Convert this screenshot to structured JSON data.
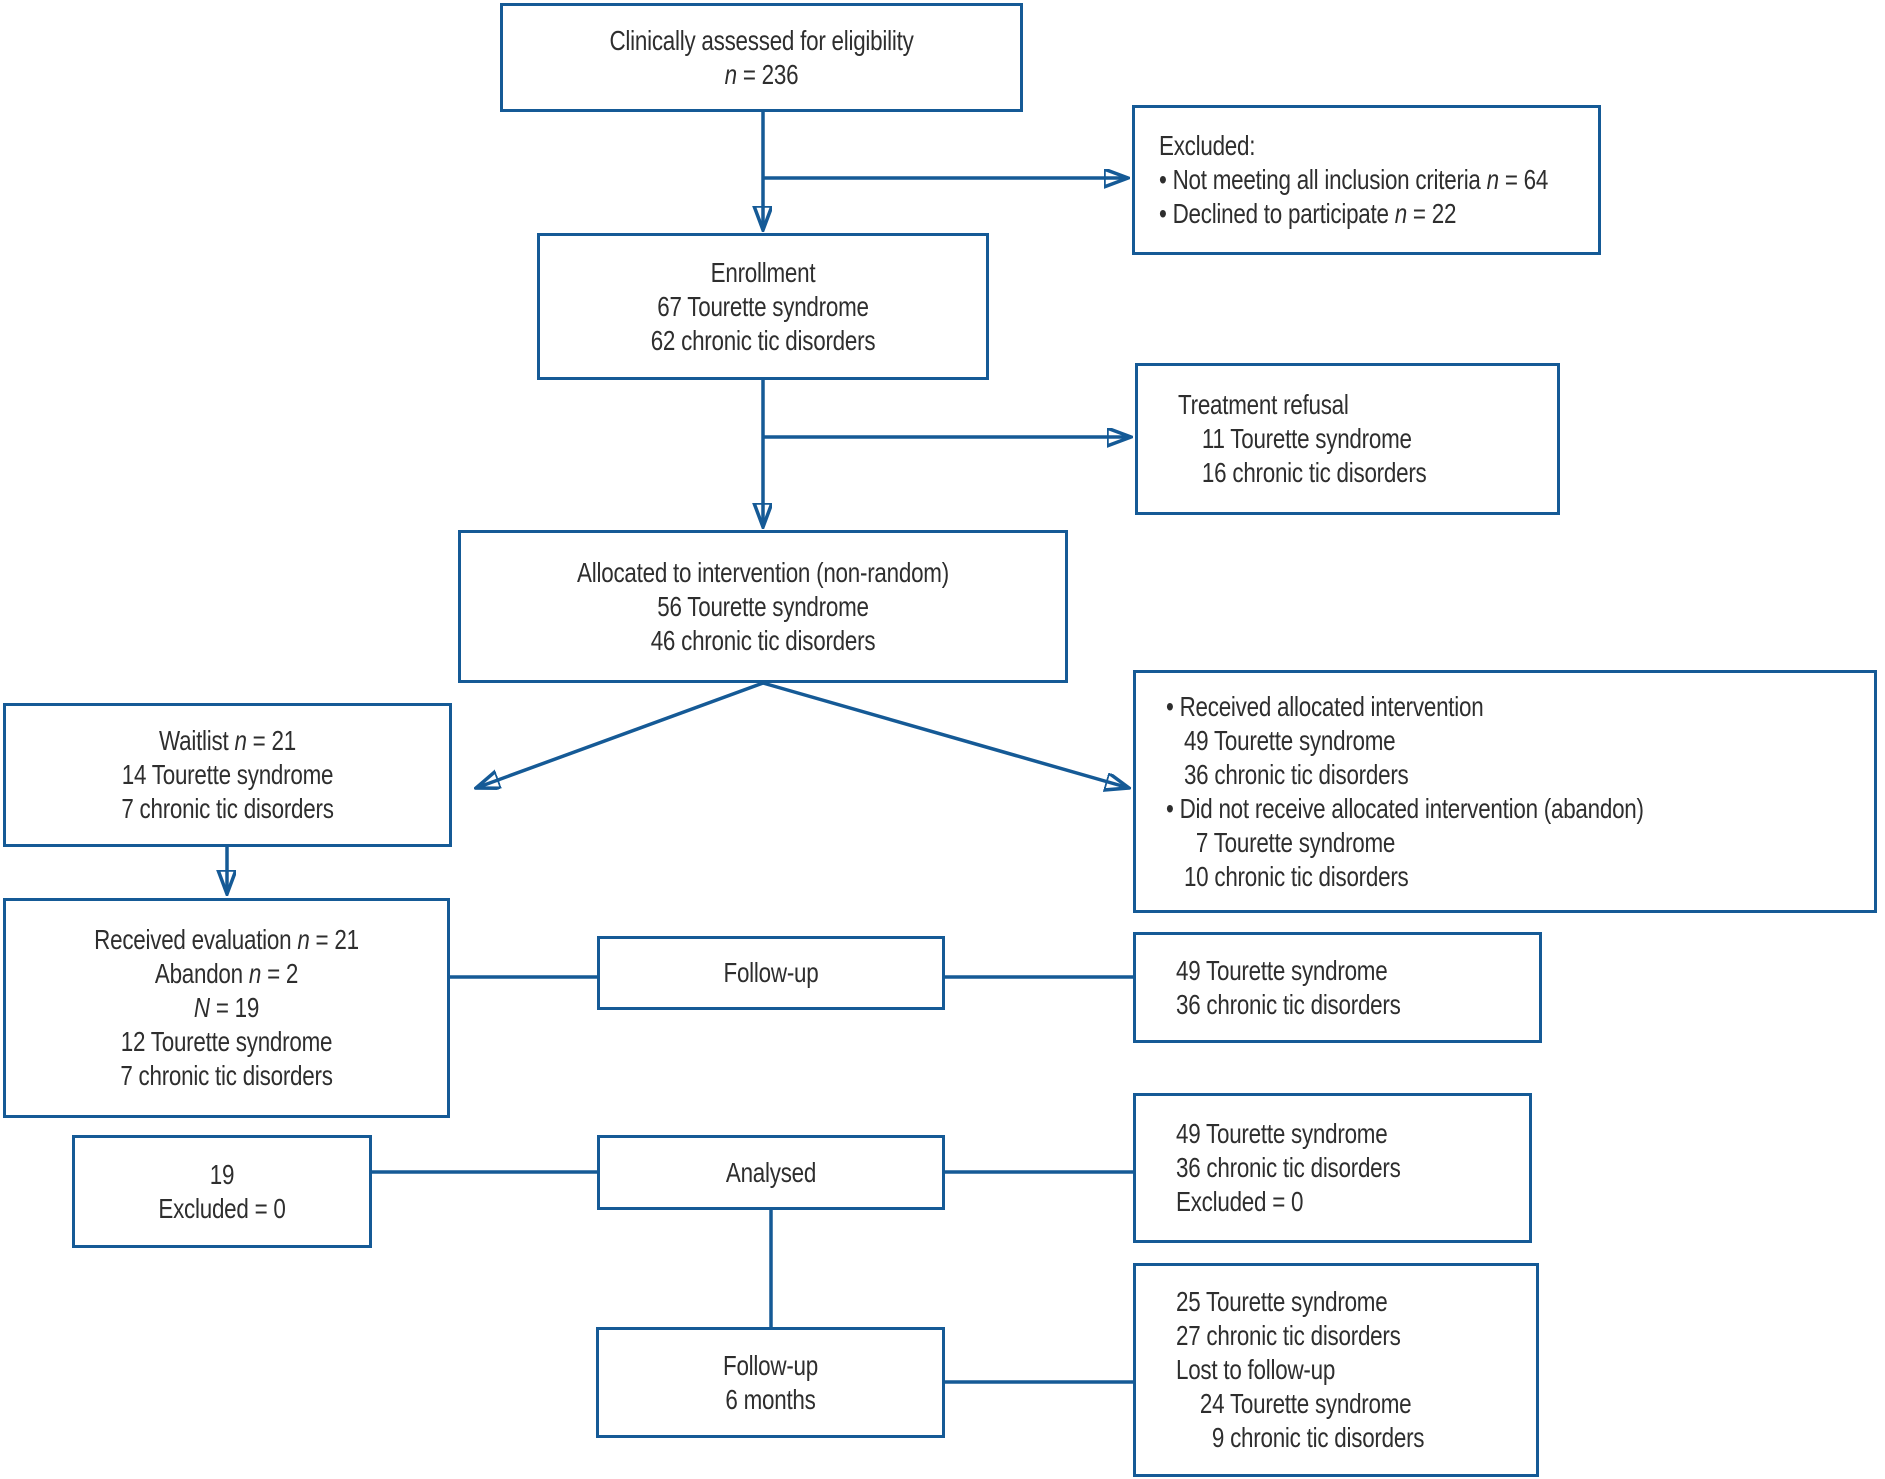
{
  "colors": {
    "line_blue": "#155a96",
    "text": "#2e2e2e",
    "background": "#ffffff"
  },
  "boxes": {
    "eligibility": {
      "lines": [
        [
          {
            "t": "Clinically assessed for eligibility"
          }
        ],
        [
          {
            "t": "n",
            "i": true
          },
          {
            "t": " = 236"
          }
        ]
      ]
    },
    "excluded": {
      "lines": [
        [
          {
            "t": "Excluded:"
          }
        ],
        [
          {
            "t": "• Not meeting all inclusion criteria "
          },
          {
            "t": "n",
            "i": true
          },
          {
            "t": " = 64"
          }
        ],
        [
          {
            "t": "• Declined to participate "
          },
          {
            "t": "n",
            "i": true
          },
          {
            "t": " = 22"
          }
        ]
      ]
    },
    "enrollment": {
      "lines": [
        [
          {
            "t": "Enrollment"
          }
        ],
        [
          {
            "t": "67 Tourette syndrome"
          }
        ],
        [
          {
            "t": "62 chronic tic disorders"
          }
        ]
      ]
    },
    "refusal": {
      "lines": [
        [
          {
            "t": "Treatment refusal"
          }
        ],
        [
          {
            "t": "    11 Tourette syndrome"
          }
        ],
        [
          {
            "t": "    16 chronic tic disorders"
          }
        ]
      ]
    },
    "allocated": {
      "lines": [
        [
          {
            "t": "Allocated to intervention (non-random)"
          }
        ],
        [
          {
            "t": "56 Tourette syndrome"
          }
        ],
        [
          {
            "t": "46 chronic tic disorders"
          }
        ]
      ]
    },
    "waitlist": {
      "lines": [
        [
          {
            "t": "Waitlist "
          },
          {
            "t": "n",
            "i": true
          },
          {
            "t": " = 21"
          }
        ],
        [
          {
            "t": "14 Tourette syndrome"
          }
        ],
        [
          {
            "t": "7 chronic tic disorders"
          }
        ]
      ]
    },
    "received_alloc": {
      "lines": [
        [
          {
            "t": "• Received allocated intervention"
          }
        ],
        [
          {
            "t": "   49 Tourette syndrome"
          }
        ],
        [
          {
            "t": "   36 chronic tic disorders"
          }
        ],
        [
          {
            "t": "• Did not receive allocated intervention (abandon)"
          }
        ],
        [
          {
            "t": "     7 Tourette syndrome"
          }
        ],
        [
          {
            "t": "   10 chronic tic disorders"
          }
        ]
      ]
    },
    "received_eval": {
      "lines": [
        [
          {
            "t": "Received evaluation "
          },
          {
            "t": "n",
            "i": true
          },
          {
            "t": " = 21"
          }
        ],
        [
          {
            "t": "Abandon "
          },
          {
            "t": "n",
            "i": true
          },
          {
            "t": " = 2"
          }
        ],
        [
          {
            "t": "N",
            "i": true
          },
          {
            "t": " = 19"
          }
        ],
        [
          {
            "t": "12 Tourette syndrome"
          }
        ],
        [
          {
            "t": "7 chronic tic disorders"
          }
        ]
      ]
    },
    "followup": {
      "lines": [
        [
          {
            "t": "Follow-up"
          }
        ]
      ]
    },
    "followup_counts": {
      "lines": [
        [
          {
            "t": "49 Tourette syndrome"
          }
        ],
        [
          {
            "t": "36 chronic tic disorders"
          }
        ]
      ]
    },
    "nineteen": {
      "lines": [
        [
          {
            "t": "19"
          }
        ],
        [
          {
            "t": "Excluded = 0"
          }
        ]
      ]
    },
    "analysed": {
      "lines": [
        [
          {
            "t": "Analysed"
          }
        ]
      ]
    },
    "analysed_counts": {
      "lines": [
        [
          {
            "t": "49 Tourette syndrome"
          }
        ],
        [
          {
            "t": "36 chronic tic disorders"
          }
        ],
        [
          {
            "t": "Excluded = 0"
          }
        ]
      ]
    },
    "followup6": {
      "lines": [
        [
          {
            "t": "Follow-up"
          }
        ],
        [
          {
            "t": "6 months"
          }
        ]
      ]
    },
    "followup6_counts": {
      "lines": [
        [
          {
            "t": "25 Tourette syndrome"
          }
        ],
        [
          {
            "t": "27 chronic tic disorders"
          }
        ],
        [
          {
            "t": "Lost to follow-up"
          }
        ],
        [
          {
            "t": "    24 Tourette syndrome"
          }
        ],
        [
          {
            "t": "      9 chronic tic disorders"
          }
        ]
      ]
    }
  }
}
